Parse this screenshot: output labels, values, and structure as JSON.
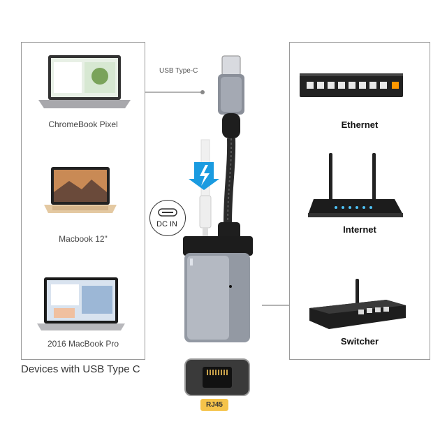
{
  "left_devices": [
    {
      "name": "ChromeBook Pixel"
    },
    {
      "name": "Macbook 12\""
    },
    {
      "name": "2016 MacBook Pro"
    }
  ],
  "devices_caption": "Devices with USB Type C",
  "usb_label": "USB Type-C",
  "dc_in_label": "DC IN",
  "right_devices": [
    {
      "name": "Ethernet"
    },
    {
      "name": "Internet"
    },
    {
      "name": "Switcher"
    }
  ],
  "rj45_label": "RJ45",
  "colors": {
    "accent_blue": "#1a9be0",
    "badge_yellow": "#f5c34a",
    "adapter_gray": "#8a8f99",
    "panel_border": "#9a9a9a"
  },
  "icons": [
    "laptop-icon",
    "router-icon",
    "switch-icon",
    "lightning-icon",
    "usb-c-icon",
    "ethernet-port-icon"
  ]
}
